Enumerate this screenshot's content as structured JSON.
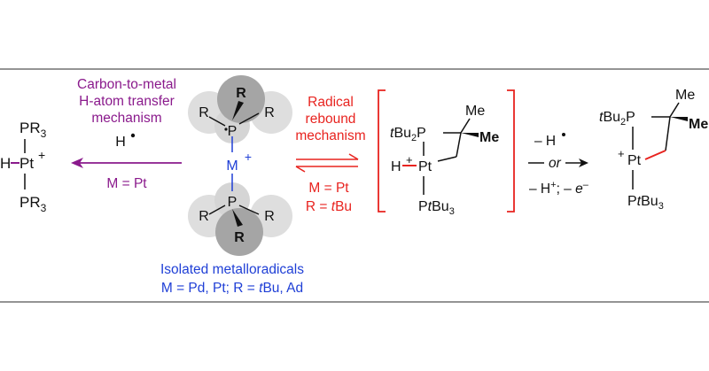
{
  "colors": {
    "purple": "#8a1a8c",
    "red": "#e8231f",
    "blue": "#1f3fd6",
    "black": "#111111",
    "rule": "#555555",
    "sphere_light": "#dedede",
    "sphere_dark": "#a5a5a5"
  },
  "left_complex": {
    "top_ligand": "PR",
    "top_sub": "3",
    "hydride": "H",
    "metal": "Pt",
    "charge": "+",
    "bottom_ligand": "PR",
    "bottom_sub": "3"
  },
  "hat_path": {
    "title_line1": "Carbon-to-metal",
    "title_line2": "H-atom transfer",
    "title_line3": "mechanism",
    "reagent": "H",
    "condition": "M = Pt"
  },
  "center_complex": {
    "top_R_bold": "R",
    "top_R_left": "R",
    "top_R_right": "R",
    "top_P": "P",
    "metal": "M",
    "charge": "+",
    "bottom_P": "P",
    "bottom_R_left": "R",
    "bottom_R_right": "R",
    "bottom_R_bold": "R"
  },
  "isolated": {
    "line1": "Isolated metalloradicals",
    "line2_a": "M = Pd, Pt; R = ",
    "line2_t": "t",
    "line2_b": "Bu, Ad"
  },
  "rebound_path": {
    "title_line1": "Radical",
    "title_line2": "rebound",
    "title_line3": "mechanism",
    "cond1": "M = Pt",
    "cond2_a": "R = ",
    "cond2_t": "t",
    "cond2_b": "Bu"
  },
  "intermediate": {
    "ligand_t": "t",
    "ligand_bu": "Bu",
    "ligand_sub": "2",
    "ligand_p": "P",
    "me_plain": "Me",
    "me_bold": "Me",
    "hydride": "H",
    "charge": "+",
    "metal": "Pt",
    "bottom_p": "P",
    "bottom_t": "t",
    "bottom_bu": "Bu",
    "bottom_sub": "3"
  },
  "final_step": {
    "top_minus": "– H",
    "middle_or": "or",
    "bottom_a": "– H",
    "bottom_plus": "+",
    "bottom_b": "; – ",
    "bottom_e": "e",
    "bottom_eminus": "–"
  },
  "product": {
    "ligand_t": "t",
    "ligand_bu": "Bu",
    "ligand_sub": "2",
    "ligand_p": "P",
    "me_plain": "Me",
    "me_bold": "Me",
    "charge": "+",
    "metal": "Pt",
    "bottom_p": "P",
    "bottom_t": "t",
    "bottom_bu": "Bu",
    "bottom_sub": "3"
  }
}
